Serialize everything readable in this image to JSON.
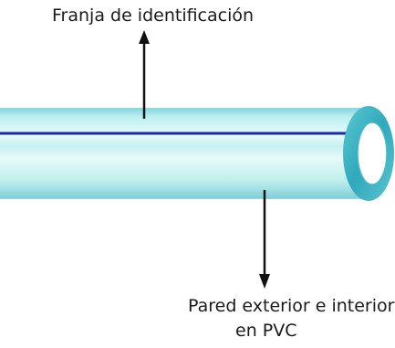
{
  "labels": {
    "stripe": "Franja de identificación",
    "wall_line1": "Pared exterior e interior",
    "wall_line2": "en PVC"
  },
  "colors": {
    "tube_light": "#e6fbfb",
    "tube_mid": "#bdeff0",
    "tube_dark": "#6fd0d8",
    "tube_edge": "#3fb3c2",
    "stripe": "#1c2ba0",
    "arrow": "#111111"
  }
}
